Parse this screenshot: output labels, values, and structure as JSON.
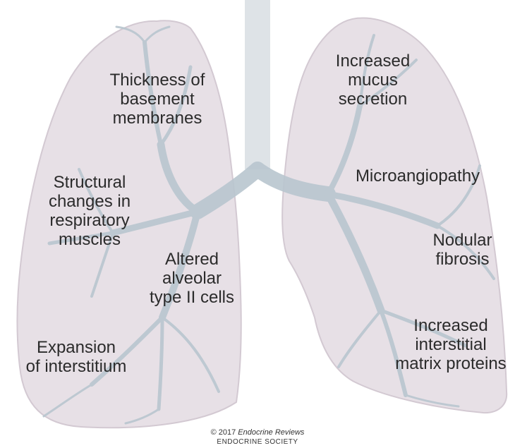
{
  "colors": {
    "lung_fill": "#e7e0e6",
    "lung_outline": "#d3c9d2",
    "airway": "#b9c6cf",
    "text": "#2b2b2b"
  },
  "labels": {
    "left_lung": {
      "thickness": {
        "line1": "Thickness of",
        "line2": "basement",
        "line3": "membranes"
      },
      "structural": {
        "line1": "Structural",
        "line2": "changes in",
        "line3": "respiratory",
        "line4": "muscles"
      },
      "altered": {
        "line1": "Altered",
        "line2": "alveolar",
        "line3": "type II cells"
      },
      "expansion": {
        "line1": "Expansion",
        "line2": "of interstitium"
      }
    },
    "right_lung": {
      "mucus": {
        "line1": "Increased",
        "line2": "mucus",
        "line3": "secretion"
      },
      "microangiopathy": {
        "line1": "Microangiopathy"
      },
      "nodular": {
        "line1": "Nodular",
        "line2": "fibrosis"
      },
      "matrix": {
        "line1": "Increased",
        "line2": "interstitial",
        "line3": "matrix proteins"
      }
    }
  },
  "credit": {
    "year": "© 2017",
    "journal": "Endocrine Reviews",
    "society": "ENDOCRINE SOCIETY"
  }
}
